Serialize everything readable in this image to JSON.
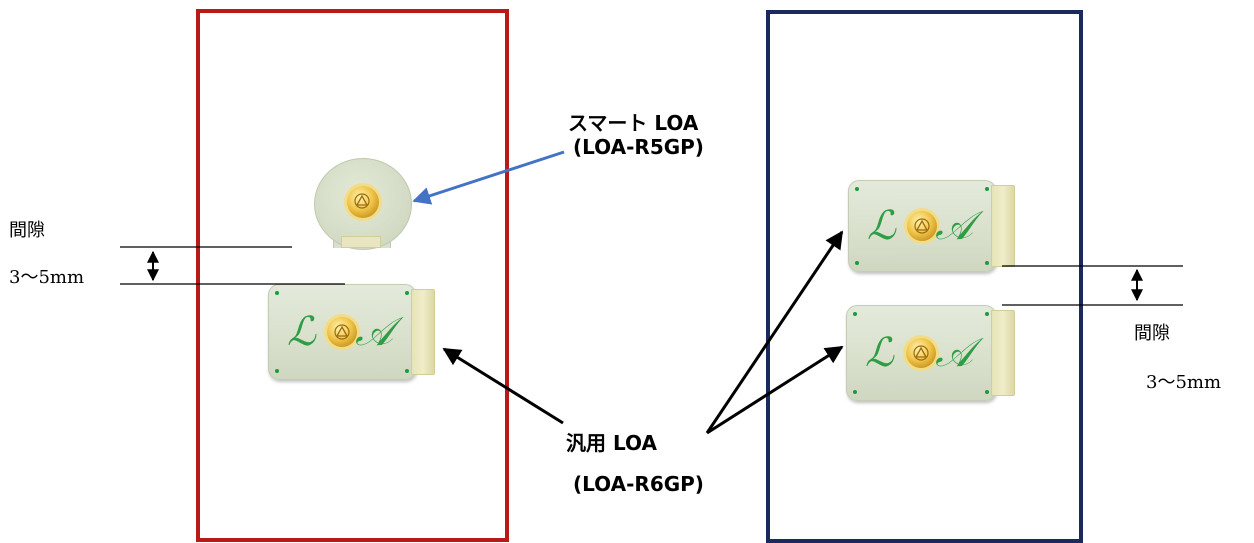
{
  "labels": {
    "smart_name": "スマート LOA",
    "smart_model": "(LOA-R5GP)",
    "general_name": "汎用 LOA",
    "general_model": "(LOA-R6GP)",
    "gap_title": "間隙",
    "gap_value": "3～5mm"
  },
  "modules": {
    "letter_left": "ℒ",
    "letter_right": "𝒜"
  },
  "colors": {
    "frame_left": "#b81a1a",
    "frame_right": "#1a2a5c",
    "pointer_arrow": "#4472c4",
    "arrows": "#000000",
    "module_green": "#2f9c46",
    "coin_gold": "#e7b73a"
  },
  "icons": {
    "coin": "triangle-in-circle-icon"
  }
}
